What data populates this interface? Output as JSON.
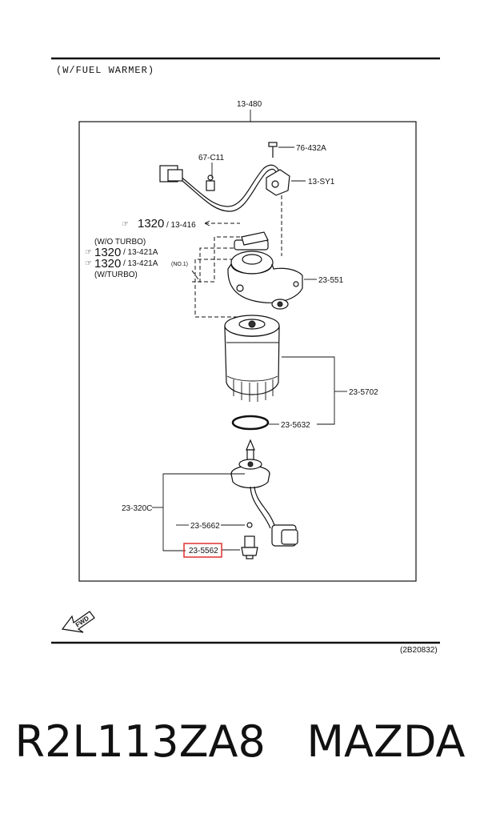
{
  "header": {
    "title": "(W/FUEL WARMER)"
  },
  "assembly_ref": "13-480",
  "parts": {
    "p76_432a": "76-432A",
    "p67_c11": "67-C11",
    "p13_sy1": "13-SY1",
    "p23_551": "23-551",
    "p23_5702": "23-5702",
    "p23_5632": "23-5632",
    "p23_320c": "23-320C",
    "p23_5662": "23-5662",
    "p23_5562": "23-5562"
  },
  "notes": {
    "ref1_num": "1320",
    "ref1_code": "/ 13-416",
    "wo_turbo": "(W/O  TURBO)",
    "ref2_num": "1320",
    "ref2_code": "/ 13-421A",
    "ref3_num": "1320",
    "ref3_code": "/ 13-421A",
    "ref3_suffix": "(NO.1)",
    "w_turbo": "(W/TURBO)"
  },
  "fwd_label": "FWD",
  "figure_code": "(2B20832)",
  "highlight_color": "#e03030",
  "caption": {
    "part_number": "R2L113ZA8",
    "brand": "MAZDA"
  }
}
